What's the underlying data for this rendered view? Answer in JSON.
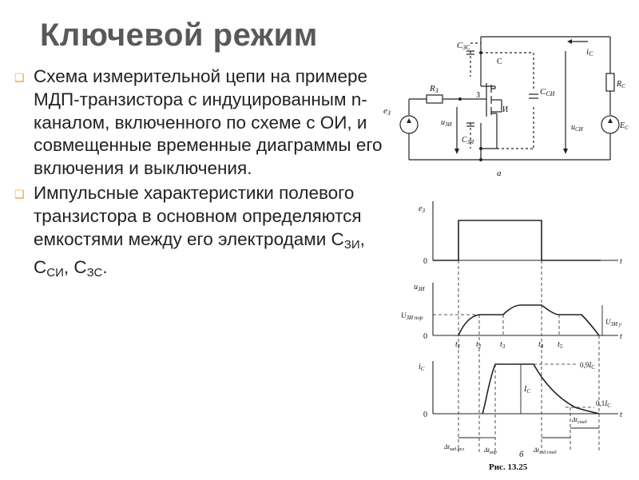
{
  "slide": {
    "title": "Ключевой режим",
    "bullets": [
      {
        "text": "Схема измерительной цепи на примере  МДП-транзистора с индуцированным n-каналом, включенного по схеме с ОИ, и совмещенные временные диаграммы его включения и выключения."
      },
      {
        "text_before": "Импульсные характеристики полевого транзистора в основном определяются емкостями между его электродами С",
        "sub1": "ЗИ",
        "mid1": ", С",
        "sub2": "СИ",
        "mid2": ", С",
        "sub3": "ЗС",
        "text_after": "."
      }
    ],
    "bullet_icon": "chevron-bullet-icon",
    "bullet_color": "#E8A33D"
  },
  "figure": {
    "circuit": {
      "caption": "а",
      "labels": {
        "csz": "C",
        "csz_sub": "ЗС",
        "c": "С",
        "rz": "R",
        "rz_sub": "З",
        "z": "З",
        "csi": "C",
        "csi_sub": "СИ",
        "i": "И",
        "ez": "e",
        "ez_sub": "З",
        "uzi": "u",
        "uzi_sub": "ЗИ",
        "czi": "C",
        "czi_sub": "ЗИ",
        "usi": "u",
        "usi_sub": "СИ",
        "ic": "i",
        "ic_sub": "С",
        "rc": "R",
        "rc_sub": "С",
        "ec": "E",
        "ec_sub": "С"
      }
    },
    "timing": {
      "caption": "б",
      "fig_label": "Рис. 13.25",
      "ez_axis": "e",
      "ez_axis_sub": "З",
      "uzi_axis": "u",
      "uzi_axis_sub": "ЗИ",
      "ic_axis": "i",
      "ic_axis_sub": "С",
      "t": "t",
      "zero": "0",
      "u_por": "U",
      "u_por_sub": "ЗИ пор",
      "u_y": "U",
      "u_y_sub": "ЗИ у",
      "ticks": [
        "t",
        "t",
        "t",
        "t",
        "t"
      ],
      "tick_subs": [
        "1",
        "2",
        "3",
        "4",
        "5"
      ],
      "level_09": "0,9",
      "level_09_i": "I",
      "level_09_sub": "С",
      "level_01": "0,1",
      "level_01_i": "I",
      "level_01_sub": "С",
      "ic_mid": "I",
      "ic_mid_sub": "С",
      "dt_zad_vkl": "Δt",
      "dt_zad_vkl_sub": "зад.вкл",
      "dt_nar": "Δt",
      "dt_nar_sub": "нар",
      "dt_zad_sp": "Δt",
      "dt_zad_sp_sub": "зад.спад",
      "dt_sp": "Δt",
      "dt_sp_sub": "спад"
    }
  }
}
